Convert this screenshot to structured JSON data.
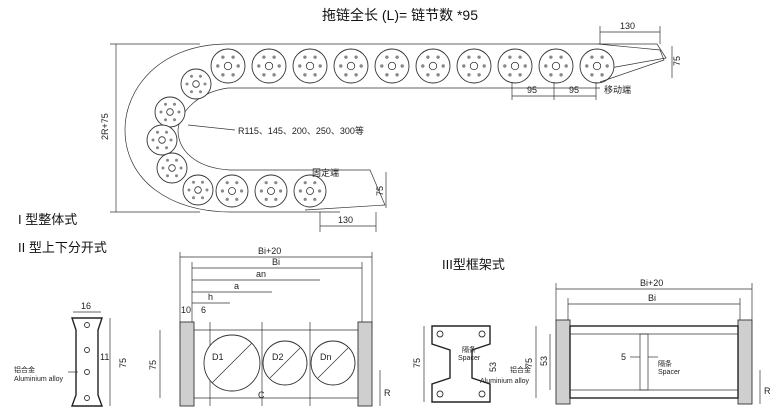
{
  "formula": "拖链全长 (L)= 链节数 *95",
  "top": {
    "dim_130_top": "130",
    "dim_75_right": "75",
    "dim_95_a": "95",
    "dim_95_b": "95",
    "moving_end": "移动端",
    "dim_2r75": "2R+75",
    "radius_note": "R115、145、200、250、300等",
    "fixed_end": "固定端",
    "dim_75_lower": "75",
    "dim_130_bottom": "130"
  },
  "types": {
    "type1": "I 型整体式",
    "type2": "II 型上下分开式",
    "type3": "III型框架式"
  },
  "side_view": {
    "dim_16": "16",
    "dim_11": "11",
    "dim_75": "75",
    "material_cn": "铝合金",
    "material_en": "Aluminium alloy"
  },
  "cross_section": {
    "bi20": "Bi+20",
    "bi": "Bi",
    "an": "an",
    "a": "a",
    "h": "h",
    "d10": "10",
    "d6": "6",
    "d1": "D1",
    "d2": "D2",
    "dn": "Dn",
    "c": "C",
    "r": "R",
    "dim_75": "75"
  },
  "spacer_view": {
    "dim_75": "75",
    "dim_53": "53",
    "spacer_cn": "隔条",
    "spacer_en": "Spacer",
    "material_cn": "铝合金",
    "material_en": "Aluminium alloy"
  },
  "frame_view": {
    "bi20": "Bi+20",
    "bi": "Bi",
    "dim_75": "75",
    "dim_53": "53",
    "dim_5": "5",
    "spacer_cn": "隔条",
    "spacer_en": "Spacer",
    "r": "R"
  }
}
